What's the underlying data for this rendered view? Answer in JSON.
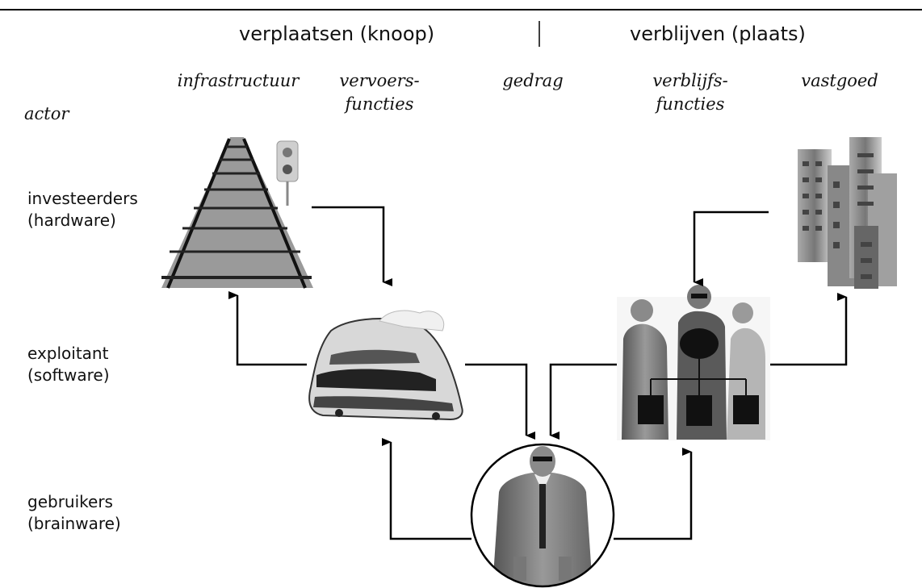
{
  "header": {
    "left": "verplaatsen (knoop)",
    "right": "verblijven (plaats)"
  },
  "columns": {
    "infrastructuur": "infrastructuur",
    "vervoersfuncties": [
      "vervoers-",
      "functies"
    ],
    "gedrag": "gedrag",
    "verblijfsfuncties": [
      "verblijfs-",
      "functies"
    ],
    "vastgoed": "vastgoed"
  },
  "rows": {
    "actor": "actor",
    "investeerders": [
      "investeerders",
      "(hardware)"
    ],
    "exploitant": [
      "exploitant",
      "(software)"
    ],
    "gebruikers": [
      "gebruikers",
      "(brainware)"
    ]
  },
  "icons": {
    "railway": "railway-track-icon",
    "train": "high-speed-train-icon",
    "person": "businessman-icon",
    "meeting": "business-people-meeting-icon",
    "buildings": "office-buildings-icon"
  }
}
